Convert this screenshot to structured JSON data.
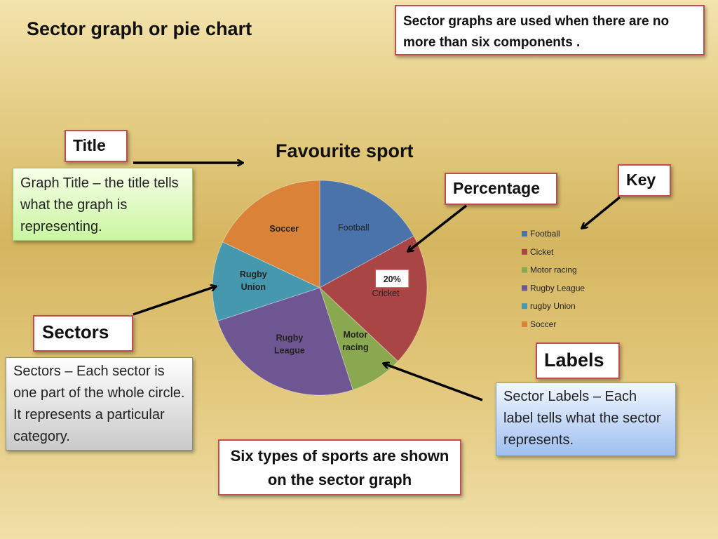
{
  "slide_title": "Sector graph or pie chart",
  "top_note": "Sector graphs are used when there are no more than six components .",
  "callouts": {
    "title": "Title",
    "key": "Key",
    "percentage": "Percentage",
    "sectors": "Sectors",
    "labels": "Labels"
  },
  "descriptions": {
    "title": "Graph Title – the title tells what the graph is representing.",
    "sectors": "Sectors – Each sector is one part of the whole circle. It represents a particular category.",
    "labels": "Sector Labels – Each label tells what the sector represents."
  },
  "bottom_note": "Six types of sports are shown on the sector graph",
  "chart_data": {
    "type": "pie",
    "title": "Favourite sport",
    "start_angle_deg": 0,
    "direction": "clockwise",
    "legend_position": "right",
    "categories": [
      "Football",
      "Cicket",
      "Motor racing",
      "Rugby League",
      "rugby Union",
      "Soccer"
    ],
    "slice_labels": [
      "Football",
      "Cricket",
      "Motor\nracing",
      "Rugby\nLeague",
      "Rugby\nUnion",
      "Soccer"
    ],
    "slice_label_bold": [
      false,
      false,
      true,
      true,
      true,
      true
    ],
    "values": [
      17,
      20,
      8,
      25,
      12,
      18
    ],
    "colors": [
      "#4a73aa",
      "#a94544",
      "#8aa84f",
      "#6e5693",
      "#4598ad",
      "#d98238"
    ],
    "data_labels": [
      "",
      "20%",
      "",
      "",
      "",
      ""
    ]
  }
}
